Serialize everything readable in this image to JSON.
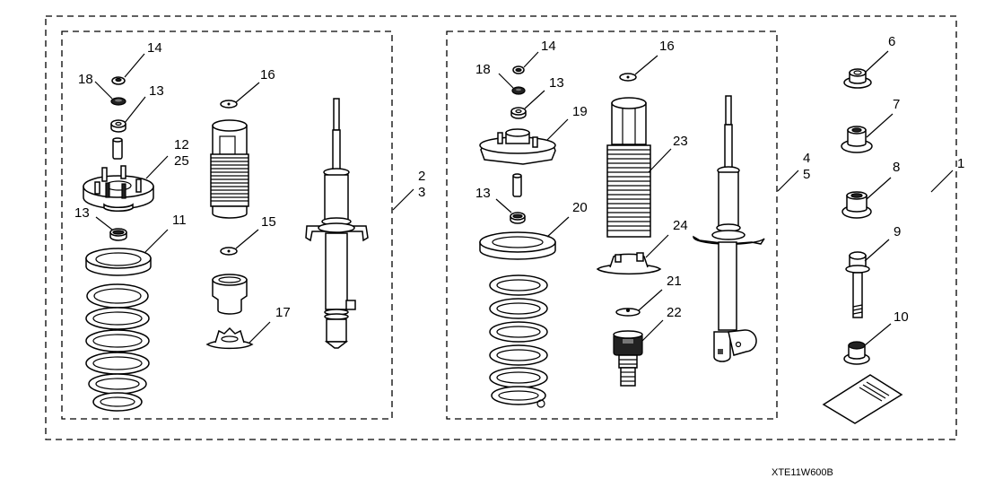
{
  "diagram": {
    "figure_code": "XTE11W600B",
    "kit_callouts": {
      "overall": "1",
      "front_group_a": "2",
      "front_group_b": "3",
      "rear_group_a": "4",
      "rear_group_b": "5"
    },
    "front_group_callouts": [
      "14",
      "18",
      "13",
      "12",
      "25",
      "13",
      "11",
      "16",
      "15",
      "17"
    ],
    "rear_group_callouts": [
      "14",
      "18",
      "13",
      "19",
      "13",
      "20",
      "16",
      "23",
      "24",
      "21",
      "22"
    ],
    "hardware_callouts": [
      "6",
      "7",
      "8",
      "9",
      "10"
    ]
  }
}
